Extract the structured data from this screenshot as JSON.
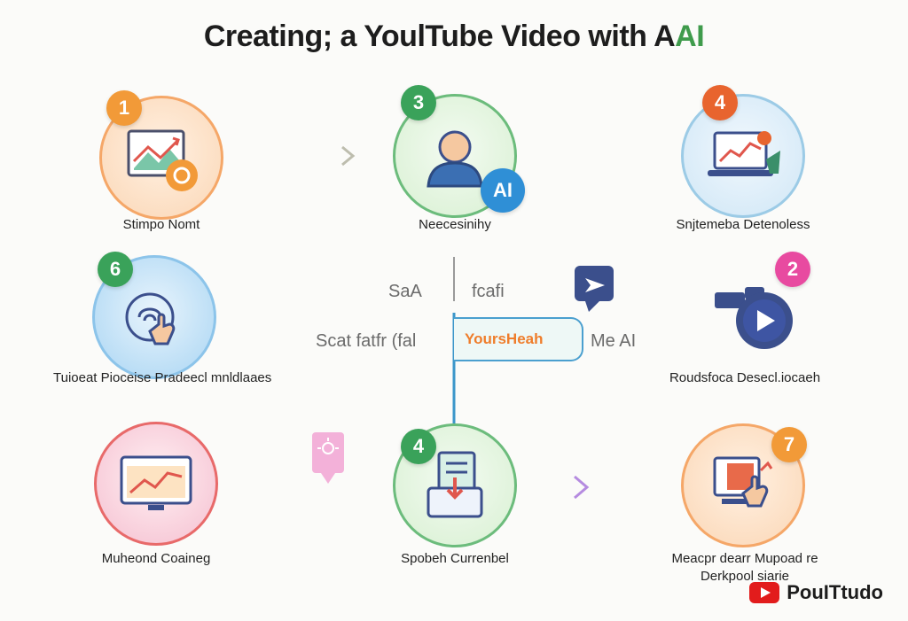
{
  "title": {
    "main": "Creating; a YoulTube Video with A",
    "accent": "AI"
  },
  "nodes": [
    {
      "badge": "1",
      "label": "Stimpo Nomt",
      "color": "#f29a38"
    },
    {
      "badge": "3",
      "label": "Neecesinihy",
      "color": "#3aa25a",
      "ai_badge": "AI"
    },
    {
      "badge": "4",
      "label": "Snjtemeba Detenoless",
      "color": "#e8642e"
    },
    {
      "badge": "6",
      "label": "Tuioeat Pioceise Pradeecl mnldlaaes",
      "color": "#3aa25a"
    },
    {
      "badge": "2",
      "label": "Roudsfoca Desecl.iocaeh",
      "color": "#e84aa0"
    },
    {
      "badge": "",
      "label": "Muheond Coaineg",
      "color": "#e2565c"
    },
    {
      "badge": "4",
      "label": "Spobeh Currenbel",
      "color": "#3aa25a"
    },
    {
      "badge": "7",
      "label_line1": "Meacpr dearr Mupoad re",
      "label_line2": "Derkpool siarie",
      "color": "#f29a38"
    }
  ],
  "center": {
    "left_top": "SaA",
    "right_top": "fcafi",
    "left_mid": "Scat fatfr (fal",
    "box": "YoursHeah",
    "right_mid": "Me AI"
  },
  "footer": {
    "brand": "PouITtudo"
  }
}
